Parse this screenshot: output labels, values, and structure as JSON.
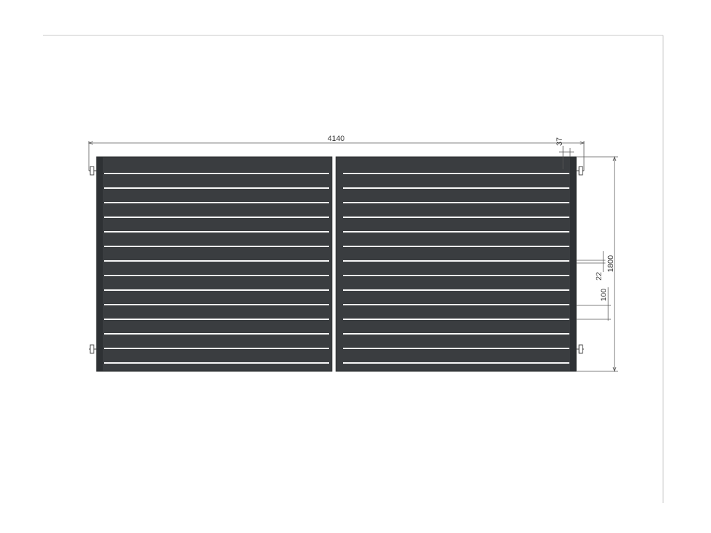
{
  "colors": {
    "panel": "#3a3d40",
    "outline": "#2a2c2e",
    "frame": "#c8c8c8",
    "dimension": "#555555"
  },
  "dimensions": {
    "total_width": "4140",
    "post_width": "37",
    "gap": "22",
    "slat_height": "100",
    "total_height": "1800"
  },
  "gate": {
    "leaf_count": 2,
    "gaps_per_leaf": 14
  }
}
